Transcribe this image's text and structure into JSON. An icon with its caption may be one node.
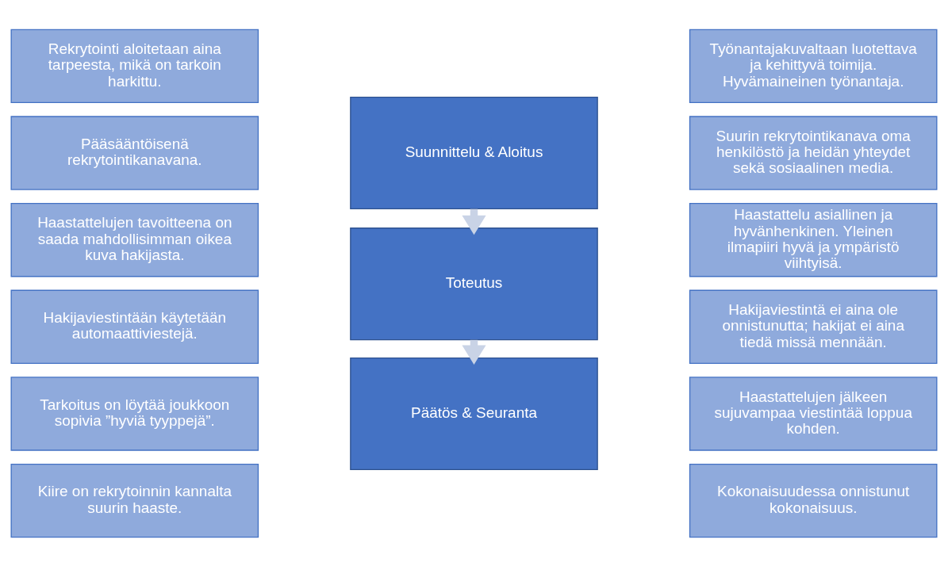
{
  "diagram": {
    "nodes": [
      {
        "text": [
          "Rekrytointi aloitetaan aina tarpeesta, mikä on tarkoin harkittu."
        ]
      },
      {
        "text": [
          "Pääsääntöisenä rekrytointikanavana."
        ]
      },
      {
        "text": [
          "Haastattelujen tavoitteena on saada mahdollisimman oikea kuva hakijasta."
        ]
      },
      {
        "text": [
          "Hakijaviestintään käytetään automaattiviestejä."
        ]
      },
      {
        "text": [
          "Tarkoitus on löytää joukkoon sopivia ”hyviä tyyppejä”."
        ]
      },
      {
        "text": [
          "Kiire on rekrytoinnin kannalta suurin haaste."
        ]
      },
      {
        "text": [
          "Suunnittelu & Aloitus"
        ]
      },
      {
        "text": [
          "Toteutus"
        ]
      },
      {
        "text": [
          "Päätös & Seuranta"
        ]
      },
      {
        "text": [
          "Työnantajakuvaltaan luotettava ja kehittyvä toimija. Hyvämaineinen työnantaja."
        ]
      },
      {
        "text": [
          "Suurin rekrytointikanava oma henkilöstö ja heidän yhteydet sekä sosiaalinen media."
        ]
      },
      {
        "text": [
          "Haastattelu asiallinen ja hyvänhenkinen. Yleinen ilmapiiri hyvä ja ympäristö viihtyisä."
        ]
      },
      {
        "text": [
          "Hakijaviestintä ei aina ole onnistunutta; hakijat ei aina tiedä missä mennään."
        ]
      },
      {
        "text": [
          "Haastattelujen jälkeen sujuvampaa viestintää loppua kohden."
        ]
      },
      {
        "text": [
          "Kokonaisuudessa onnistunut kokonaisuus."
        ]
      }
    ],
    "edges": [
      {
        "from": 6,
        "to": 7,
        "arrow": "to"
      },
      {
        "from": 7,
        "to": 8,
        "arrow": "to"
      }
    ]
  }
}
